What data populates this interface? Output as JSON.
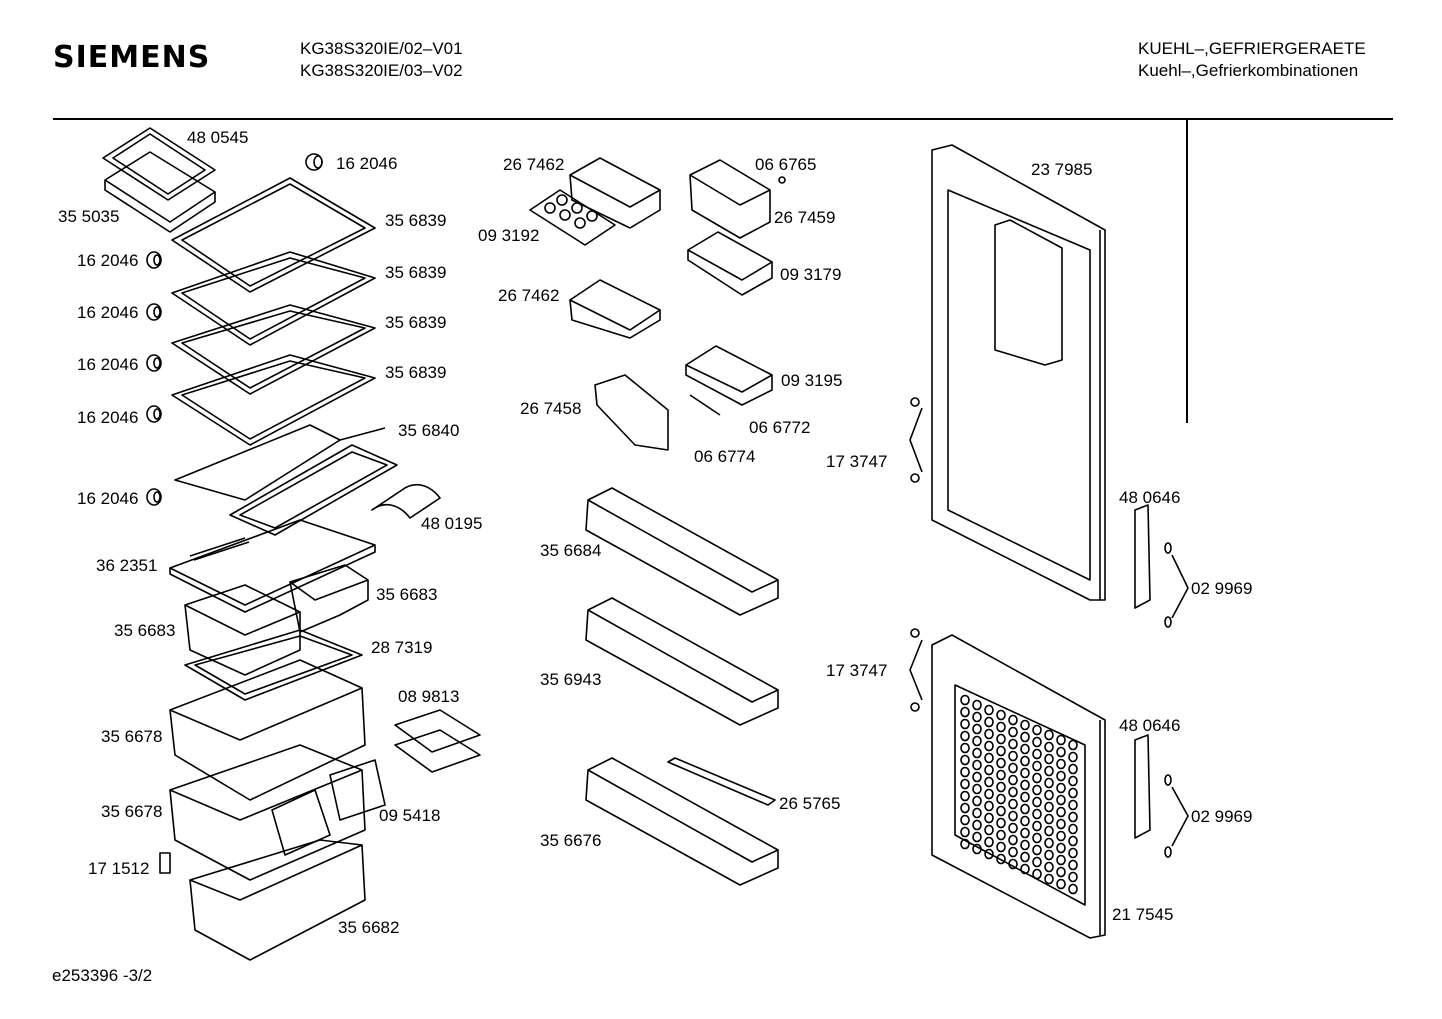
{
  "header": {
    "brand": "SIEMENS",
    "models": [
      "KG38S320IE/02–V01",
      "KG38S320IE/03–V02"
    ],
    "category": [
      "KUEHL–,GEFRIERGERAETE",
      "Kuehl–,Gefrierkombinationen"
    ]
  },
  "footer": {
    "code": "e253396   -3/2"
  },
  "parts": [
    "48 0545",
    "16 2046",
    "35 5035",
    "35 6839",
    "16 2046",
    "35 6839",
    "16 2046",
    "35 6839",
    "16 2046",
    "35 6839",
    "16 2046",
    "35 6840",
    "16 2046",
    "48 0195",
    "36 2351",
    "35 6683",
    "35 6683",
    "28 7319",
    "08 9813",
    "35 6678",
    "35 6678",
    "09 5418",
    "17 1512",
    "35 6682",
    "26 7462",
    "06 6765",
    "09 3192",
    "26 7459",
    "09 3179",
    "26 7462",
    "09 3195",
    "26 7458",
    "06 6772",
    "06 6774",
    "35 6684",
    "35 6943",
    "35 6676",
    "26 5765",
    "23 7985",
    "17 3747",
    "48 0646",
    "02 9969",
    "17 3747",
    "48 0646",
    "02 9969",
    "21 7545"
  ]
}
